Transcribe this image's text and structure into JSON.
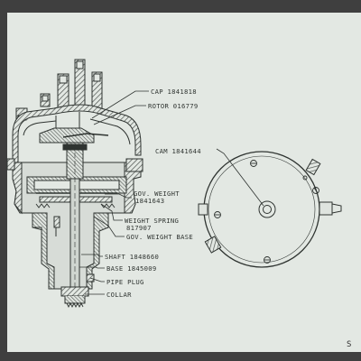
{
  "drawing": {
    "labels": {
      "cap": "CAP 1841818",
      "rotor": "ROTOR 016779",
      "cam": "CAM 1841644",
      "gov_weight_1": "GOV. WEIGHT",
      "gov_weight_2": "1841643",
      "weight_spring_1": "WEIGHT SPRING",
      "weight_spring_2": "817907",
      "gov_weight_base": "GOV. WEIGHT BASE",
      "shaft": "SHAFT 1848660",
      "base": "BASE 1845009",
      "pipe_plug": "PIPE PLUG",
      "collar": "COLLAR"
    },
    "corner_mark": "S"
  },
  "colors": {
    "paper": "#e3e8e3",
    "line": "#2f3431",
    "shade": "#8e9590",
    "dark": "#4b514d",
    "frame": "#3f3f3f"
  }
}
